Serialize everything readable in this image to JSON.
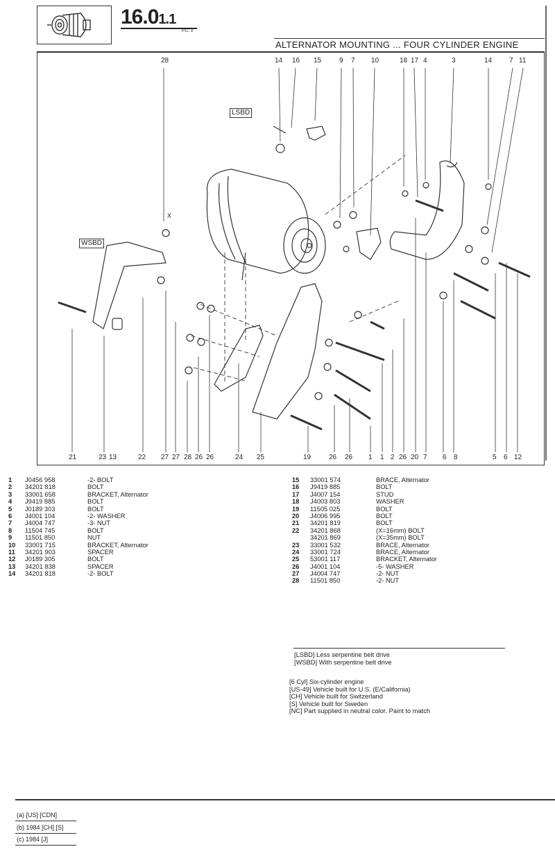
{
  "header": {
    "page_number_main": "16.0",
    "page_number_sub": "1.1",
    "pc_label": "P.C. 3",
    "title": "ALTERNATOR MOUNTING ... FOUR CYLINDER ENGINE"
  },
  "diagram": {
    "tag_lsbd": "LSBD",
    "tag_wsbd": "WSBD",
    "top_callouts": [
      "28",
      "14",
      "16",
      "15",
      "9",
      "7",
      "10",
      "18",
      "17",
      "4",
      "3",
      "14",
      "7",
      "11"
    ],
    "bottom_callouts": [
      "21",
      "23",
      "13",
      "22",
      "27",
      "27",
      "28",
      "26",
      "26",
      "24",
      "25",
      "19",
      "26",
      "26",
      "1",
      "1",
      "2",
      "26",
      "20",
      "7",
      "6",
      "8",
      "5",
      "6",
      "12"
    ]
  },
  "parts_left": [
    {
      "n": "1",
      "part": "J0456 958",
      "desc": "-2- BOLT"
    },
    {
      "n": "2",
      "part": "34201 818",
      "desc": "BOLT"
    },
    {
      "n": "3",
      "part": "33001 658",
      "desc": "BRACKET, Alternator"
    },
    {
      "n": "4",
      "part": "J9419 885",
      "desc": "BOLT"
    },
    {
      "n": "5",
      "part": "J0189 303",
      "desc": "BOLT"
    },
    {
      "n": "6",
      "part": "J4001 104",
      "desc": "-2- WASHER"
    },
    {
      "n": "7",
      "part": "J4004 747",
      "desc": "-3- NUT"
    },
    {
      "n": "8",
      "part": "11504 745",
      "desc": "BOLT"
    },
    {
      "n": "9",
      "part": "11501 850",
      "desc": "NUT"
    },
    {
      "n": "10",
      "part": "33001 715",
      "desc": "BRACKET, Alternator"
    },
    {
      "n": "11",
      "part": "34201 903",
      "desc": "SPACER"
    },
    {
      "n": "12",
      "part": "J0189 305",
      "desc": "BOLT"
    },
    {
      "n": "13",
      "part": "34201 838",
      "desc": "SPACER"
    },
    {
      "n": "14",
      "part": "34201 818",
      "desc": "-2- BOLT"
    }
  ],
  "parts_right": [
    {
      "n": "15",
      "part": "33001 574",
      "desc": "BRACE, Alternator"
    },
    {
      "n": "16",
      "part": "J9419 885",
      "desc": "BOLT"
    },
    {
      "n": "17",
      "part": "J4007 154",
      "desc": "STUD"
    },
    {
      "n": "18",
      "part": "J4003 803",
      "desc": "WASHER"
    },
    {
      "n": "19",
      "part": "11505 025",
      "desc": "BOLT"
    },
    {
      "n": "20",
      "part": "J4006 995",
      "desc": "BOLT"
    },
    {
      "n": "21",
      "part": "34201 819",
      "desc": "BOLT"
    },
    {
      "n": "22",
      "part": "34201 868",
      "desc": "(X=16mm)  BOLT"
    },
    {
      "n": "",
      "part": "34201 869",
      "desc": "(X=35mm)  BOLT"
    },
    {
      "n": "23",
      "part": "33001 532",
      "desc": "BRACE, Alternator"
    },
    {
      "n": "24",
      "part": "33001 724",
      "desc": "BRACE, Alternator"
    },
    {
      "n": "25",
      "part": "53001 117",
      "desc": "BRACKET, Alternator"
    },
    {
      "n": "26",
      "part": "J4001 104",
      "desc": "-5- WASHER"
    },
    {
      "n": "27",
      "part": "J4004 747",
      "desc": "-2- NUT"
    },
    {
      "n": "28",
      "part": "11501 850",
      "desc": "-2- NUT"
    }
  ],
  "legend_belt": [
    "[LSBD] Less serpentine belt drive",
    "[WSBD] With serpentine belt drive"
  ],
  "legend_codes": [
    "[6 Cyl] Six-cylinder engine",
    "[US-49] Vehicle built for U.S. (E/California)",
    "[CH] Vehicle built for Switzerland",
    "[S] Vehicle built for Sweden",
    "[NC] Part supplied in neutral color. Paint to match"
  ],
  "footnotes": [
    "(a) [US] [CDN]",
    "(b) 1984 [CH] [S]",
    "(c) 1984 [J]"
  ]
}
